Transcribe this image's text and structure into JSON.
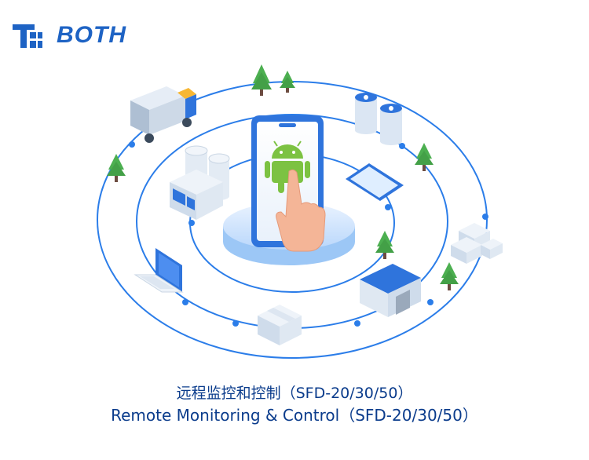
{
  "brand": {
    "name": "BOTH",
    "color": "#1e63c4"
  },
  "caption": {
    "chinese": "远程监控和控制（SFD-20/30/50）",
    "english": "Remote Monitoring & Control（SFD-20/30/50）",
    "color": "#0b3c8c"
  },
  "colors": {
    "ring": "#2b7de9",
    "accent_blue": "#2f74dc",
    "tree": "#4caf50",
    "android": "#7cc242"
  },
  "illustration": {
    "icons": [
      "delivery-truck-icon",
      "cooling-towers-icon",
      "tree-icon",
      "factory-icon",
      "smartphone-icon",
      "android-robot-icon",
      "hand-pointer-icon",
      "tablet-icon",
      "laptop-icon",
      "warehouse-icon",
      "boxes-icon",
      "package-icon"
    ]
  }
}
